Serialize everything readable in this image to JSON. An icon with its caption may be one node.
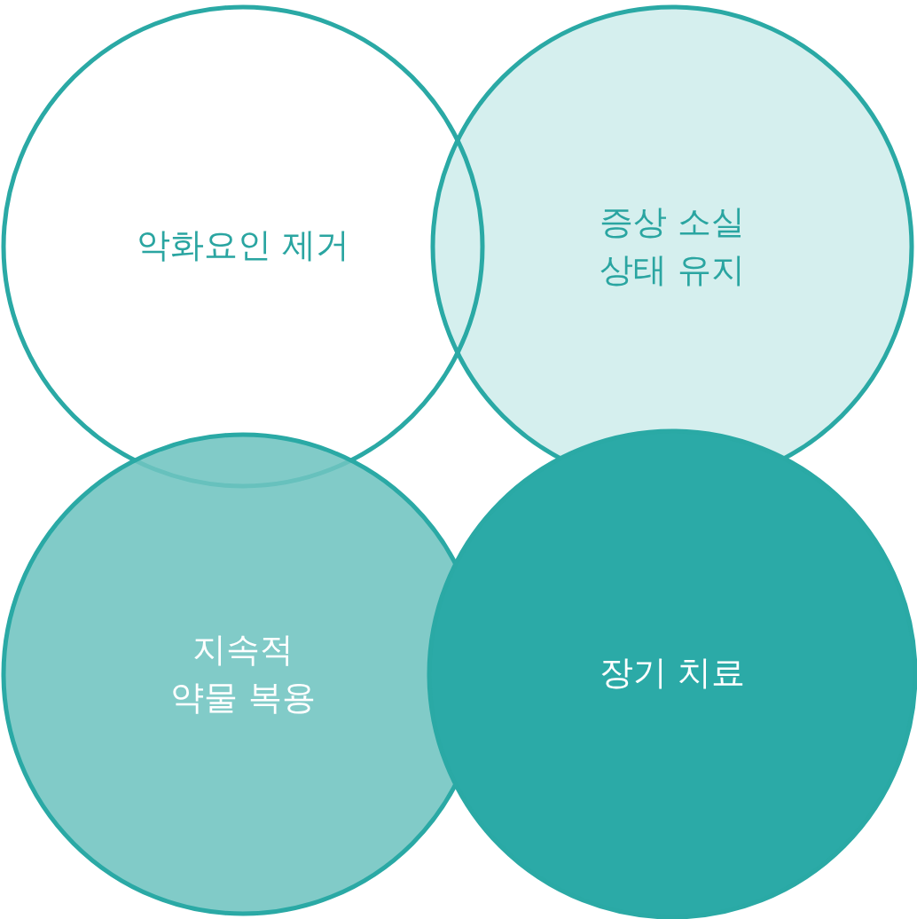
{
  "diagram": {
    "nodes": [
      {
        "text": [
          "악화요인 제거"
        ]
      },
      {
        "text": [
          "증상 소실 상태 유지"
        ]
      },
      {
        "text": [
          "지속적 약물 복용"
        ]
      },
      {
        "text": [
          "장기 치료"
        ]
      }
    ]
  }
}
